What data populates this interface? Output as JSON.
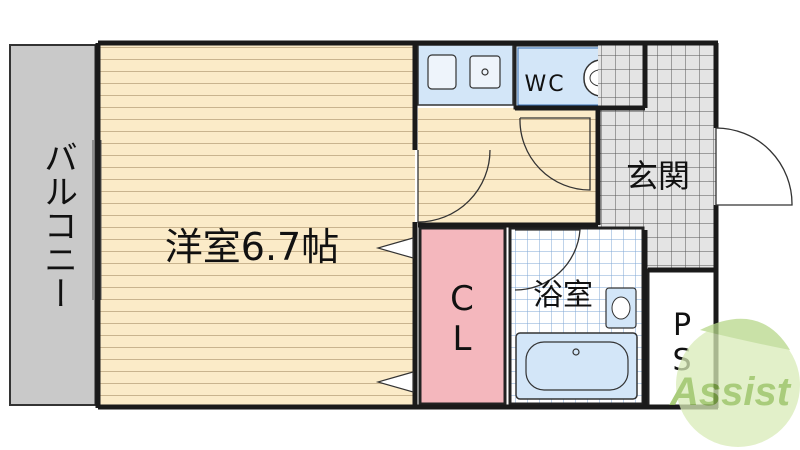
{
  "plan": {
    "balcony": "バルコニー",
    "western_room": "洋室6.7帖",
    "wc": "WC",
    "entrance": "玄関",
    "closet": "CL",
    "bath": "浴室",
    "ps": "PS"
  },
  "watermark": {
    "text": "Assist",
    "color": "#9ec45a"
  },
  "colors": {
    "floor": "#fbebc8",
    "floor_lines": "#c9b48e",
    "wall": "#1a1a1a",
    "balcony": "#c8c8c8",
    "wet_area": "#d3e6f8",
    "tile": "#e6e6e6",
    "closet": "#f4b7bd"
  }
}
